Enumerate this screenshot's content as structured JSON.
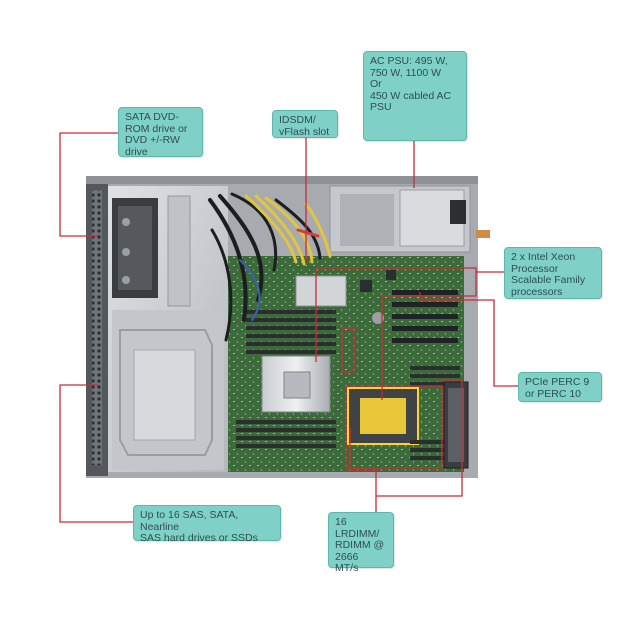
{
  "colors": {
    "callout_fill": "#7fd0c6",
    "callout_text": "#2d4f55",
    "leader_line": "#c62d36",
    "chassis_metal": "#c9ccd0",
    "motherboard": "#3d6a3a"
  },
  "callouts": {
    "psu": {
      "line1": "AC PSU: 495 W,",
      "line2": "750 W, 1100 W",
      "line3": "Or",
      "line4": "450 W cabled AC",
      "line5": "PSU"
    },
    "dvd": {
      "line1": "SATA DVD-",
      "line2": "ROM drive or",
      "line3": "DVD +/-RW",
      "line4": "drive"
    },
    "idsdm": {
      "line1": "IDSDM/",
      "line2": "vFlash slot"
    },
    "cpu": {
      "line1": "2 x Intel Xeon",
      "line2": "Processor",
      "line3": "Scalable Family",
      "line4": "processors"
    },
    "perc": {
      "line1": "PCIe PERC 9",
      "line2": "or PERC 10"
    },
    "drives": {
      "line1": "Up to 16 SAS, SATA, Nearline",
      "line2": "SAS hard drives or SSDs"
    },
    "memory": {
      "line1": "16 LRDIMM/",
      "line2": "RDIMM @ 2666",
      "line3": "MT/s"
    }
  }
}
